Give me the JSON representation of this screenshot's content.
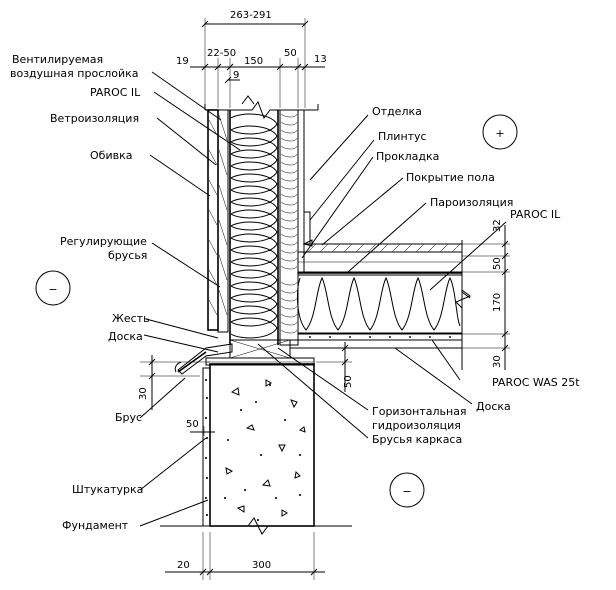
{
  "labels": {
    "vent_gap_1": "Вентилируемая",
    "vent_gap_2": "воздушная прослойка",
    "paroc_il_left": "PAROC IL",
    "wind_barrier": "Ветроизоляция",
    "cladding": "Обивка",
    "adjust_battens_1": "Регулирующие",
    "adjust_battens_2": "брусья",
    "flashing": "Жесть",
    "board_left": "Доска",
    "beam": "Брус",
    "plaster": "Штукатурка",
    "foundation": "Фундамент",
    "finish": "Отделка",
    "baseboard": "Плинтус",
    "spacer": "Прокладка",
    "floor_covering": "Покрытие пола",
    "vapor_barrier": "Пароизоляция",
    "paroc_il_right": "PAROC IL",
    "paroc_was": "PAROC WAS 25t",
    "board_right": "Доска",
    "horiz_waterproof_1": "Горизонтальная",
    "horiz_waterproof_2": "гидроизоляция",
    "frame_beams": "Брусья каркаса"
  },
  "dimensions": {
    "total_wall": "263-291",
    "d19": "19",
    "d22_50": "22-50",
    "d150": "150",
    "d50_top": "50",
    "d13": "13",
    "d9": "9",
    "d32": "32",
    "d50_right": "50",
    "d170": "170",
    "d30_right": "30",
    "d30_left": "30",
    "d50_mid": "50",
    "d50_vert": "50",
    "d20": "20",
    "d300": "300"
  },
  "symbols": {
    "plus": "+",
    "minus_left": "−",
    "minus_right": "−"
  }
}
